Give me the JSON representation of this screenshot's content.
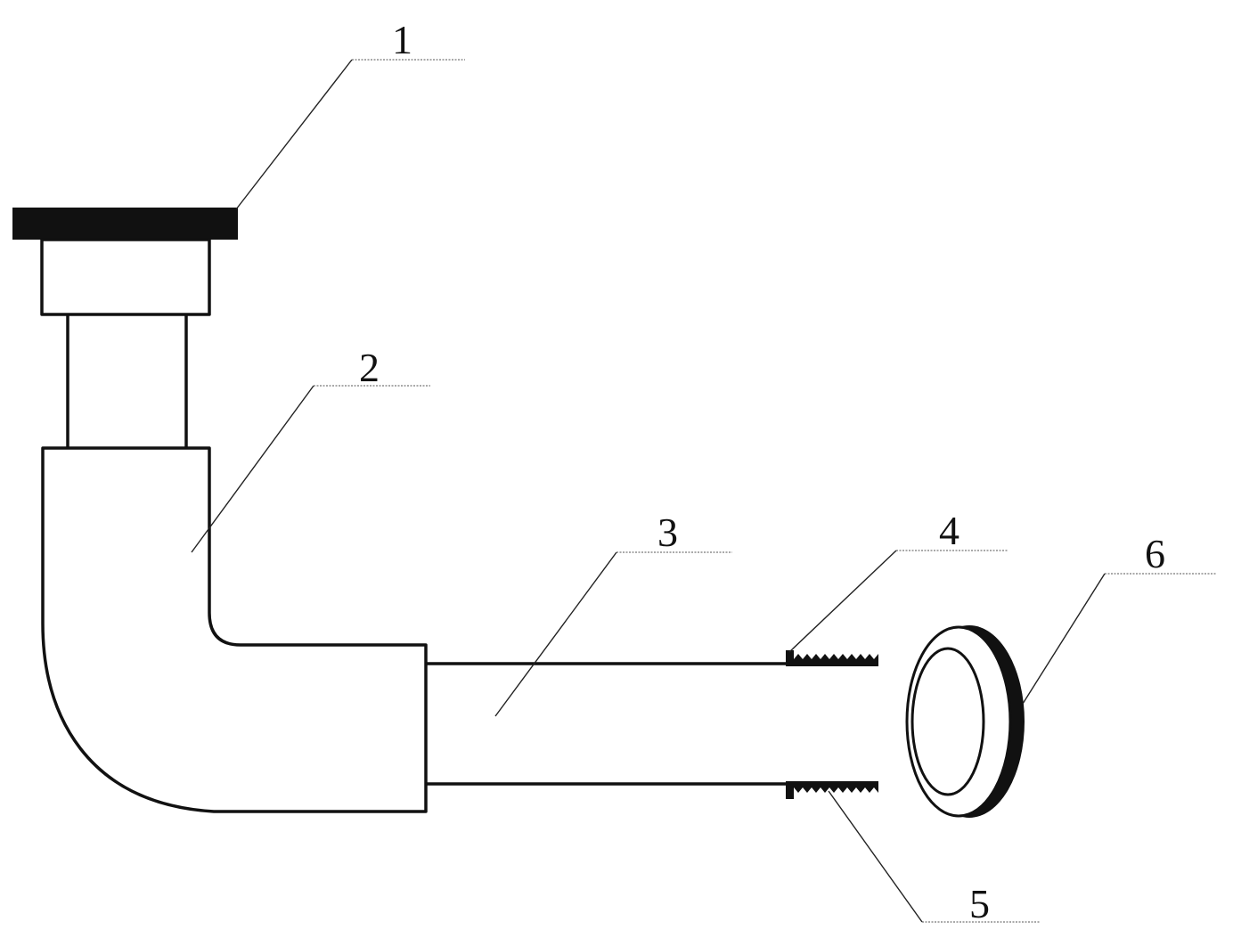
{
  "labels": {
    "l1": "1",
    "l2": "2",
    "l3": "3",
    "l4": "4",
    "l5": "5",
    "l6": "6"
  },
  "colors": {
    "ink": "#111111",
    "background": "#ffffff"
  }
}
